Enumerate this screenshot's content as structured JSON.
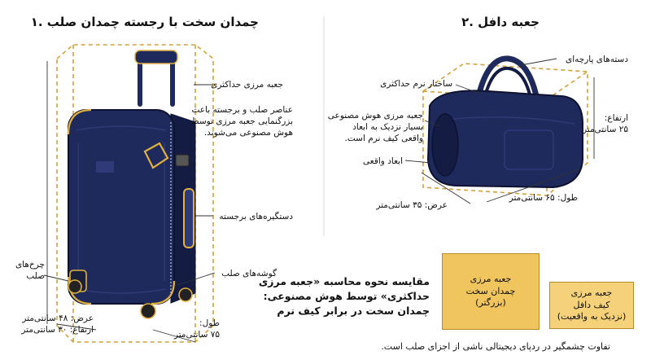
{
  "left_panel": {
    "title": "چمدان سخت با رجسته چمدان صلب .۱",
    "labels": {
      "max_bbox": "جعبه مرزی حداکثری",
      "rigid_note": "عناصر صلب و برجسته باعث\nبزرگنمایی جعبه مرزی توسط\nهوش مصنوعی می‌شوند.",
      "handles": "دستگیره‌های برجسته",
      "wheels": "چرخ‌های\nصلب",
      "corners": "گوشه‌های صلب",
      "dims_width_height": "عرض: ۴۸ سانتی‌متر\nارتفاع: ۳۰ سانتی‌متر",
      "dims_length": "طول:\n۷۵ سانتی‌متر"
    }
  },
  "right_panel": {
    "title": "جعبه دافل .۲",
    "labels": {
      "handles": "دسته‌های پارچه‌ای",
      "soft_structure": "ساختار نرم حداکثری",
      "ai_bbox_note": "جعبه مرزی هوش مصنوعی\nبسیار نزدیک به ابعاد\nواقعی کیف نرم است.",
      "actual_dims": "ابعاد واقعی",
      "height": "ارتفاع:\n۲۵ سانتی‌متر",
      "width": "عرض: ۳۵ سانتی‌متر",
      "length": "طول: ۶۵ سانتی‌متر"
    }
  },
  "comparison": {
    "text": "مقایسه نحوه محاسبه «جعبه مرزی\nحداکثری» توسط هوش مصنوعی:\nچمدان سخت در برابر کیف نرم",
    "box_large": "جعبه مرزی\nچمدان سخت\n(بزرگتر)",
    "box_small": "جعبه مرزی\nکیف دافل\n(نزدیک به واقعیت)"
  },
  "footer": "تفاوت چشمگیر در ردپای دیجیتالی ناشی از اجزای صلب است.",
  "colors": {
    "navy": "#1f2a5c",
    "navy_dark": "#141c44",
    "gold": "#e0b040",
    "gold_dark": "#b88a2a",
    "box_large_fill": "#f1c55e",
    "box_small_fill": "#f5d27a"
  }
}
